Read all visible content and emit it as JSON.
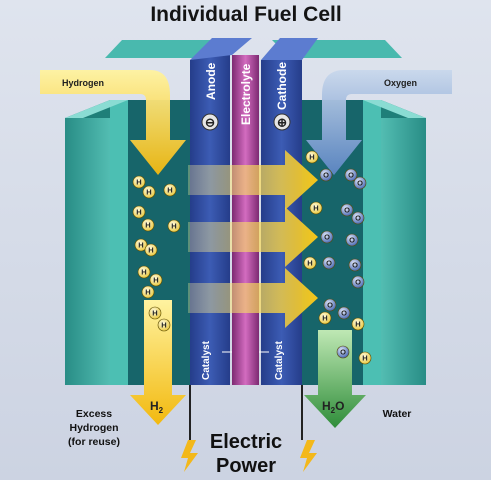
{
  "title": "Individual Fuel Cell",
  "labels": {
    "hydrogen": "Hydrogen",
    "oxygen": "Oxygen",
    "anode": "Anode",
    "electrolyte": "Electrolyte",
    "cathode": "Cathode",
    "catalyst_left": "Catalyst",
    "catalyst_right": "Catalyst",
    "h2": "H",
    "h2_sub": "2",
    "h2o_h": "H",
    "h2o_sub": "2",
    "h2o_o": "O",
    "excess_line1": "Excess",
    "excess_line2": "Hydrogen",
    "excess_line3": "(for reuse)",
    "water": "Water",
    "electric": "Electric",
    "power": "Power",
    "anode_symbol": "⊖",
    "cathode_symbol": "⊕"
  },
  "particles": {
    "hydrogen_atom": "H",
    "oxygen_atom": "O"
  },
  "colors": {
    "teal_plate": "#3fb3a8",
    "anode_blue": "#2f4a9e",
    "electrolyte_magenta": "#a23c8f",
    "hydrogen_arrow": "#f2c21a",
    "oxygen_arrow": "#7a9fd0",
    "water_arrow": "#3f9e4a"
  }
}
